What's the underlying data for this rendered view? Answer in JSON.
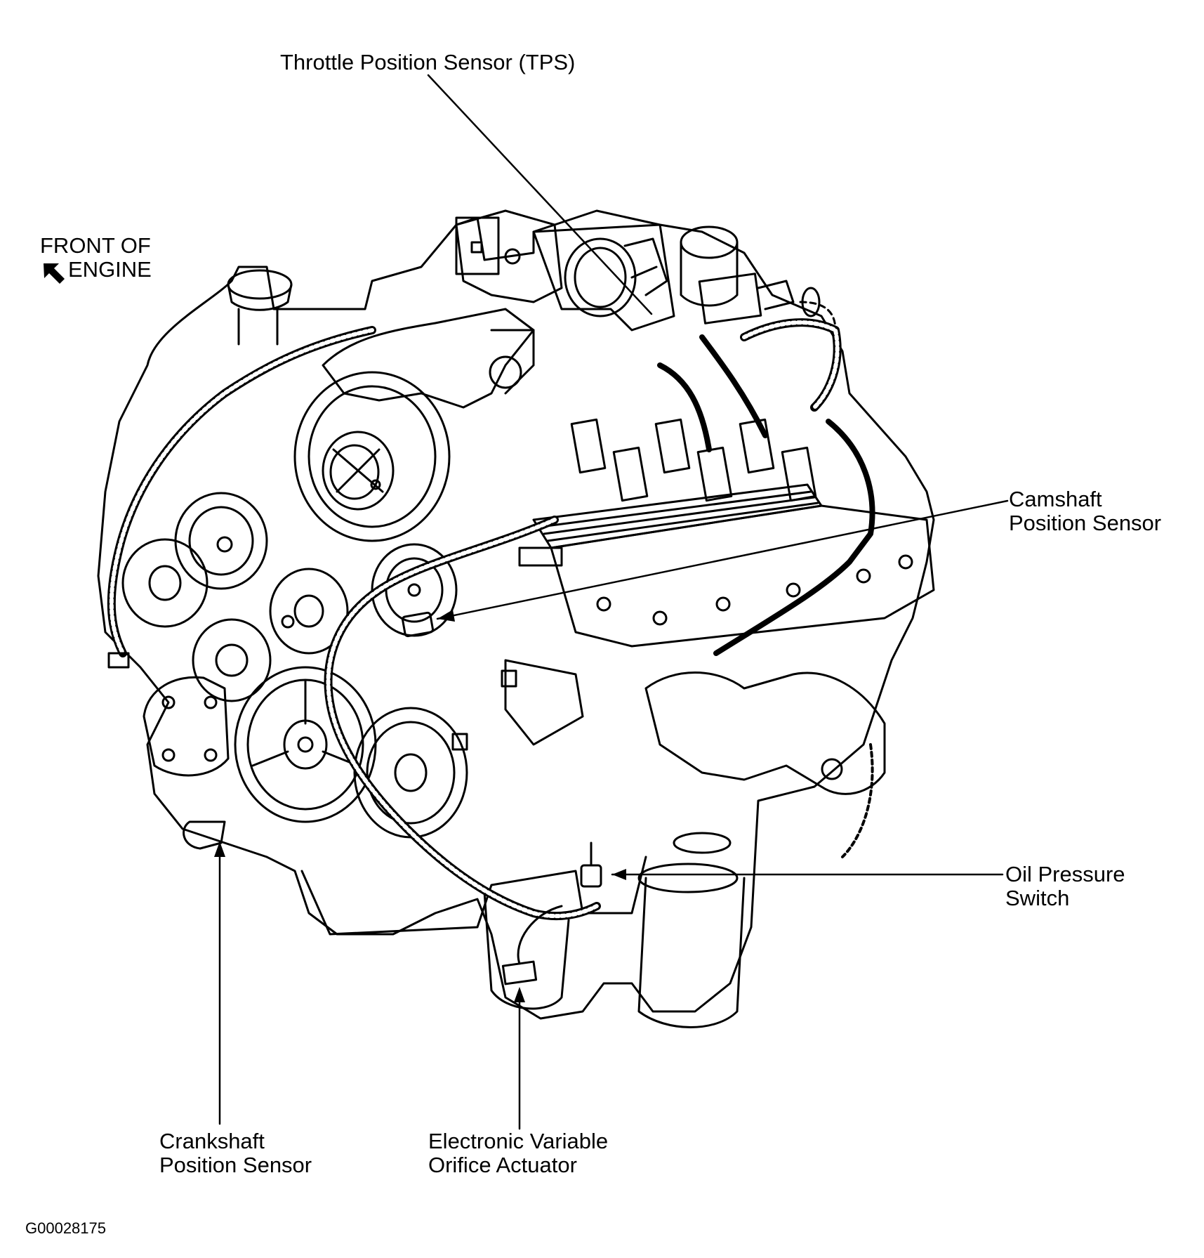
{
  "callouts": {
    "tps": "Throttle Position Sensor (TPS)",
    "front_line1": "FRONT OF",
    "front_line2": "ENGINE",
    "camshaft_line1": "Camshaft",
    "camshaft_line2": "Position Sensor",
    "oil_line1": "Oil Pressure",
    "oil_line2": "Switch",
    "crank_line1": "Crankshaft",
    "crank_line2": "Position Sensor",
    "evo_line1": "Electronic Variable",
    "evo_line2": "Orifice Actuator"
  },
  "figure_id": "G00028175",
  "icons": {
    "front_arrow": "arrow-upleft-icon"
  },
  "colors": {
    "ink": "#000000",
    "paper": "#ffffff"
  }
}
